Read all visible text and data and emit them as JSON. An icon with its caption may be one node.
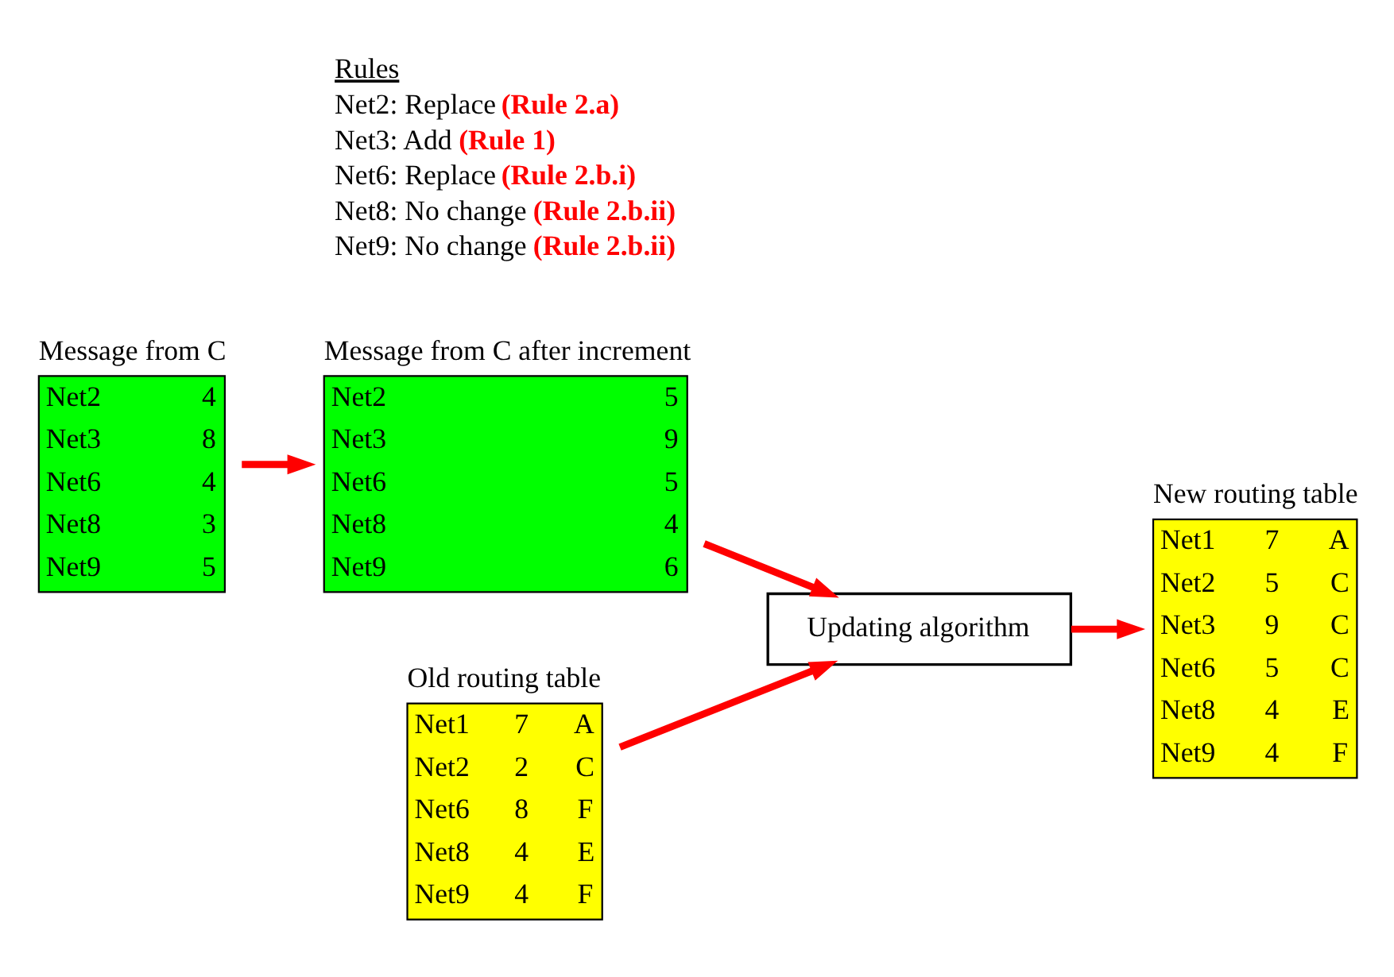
{
  "diagram": {
    "nodes": [
      {
        "text": [
          "Message from C",
          "Net2",
          "4",
          "Net3",
          "8",
          "Net6",
          "4",
          "Net8",
          "3",
          "Net9",
          "5"
        ]
      },
      {
        "text": [
          "Message from C after increment",
          "Net2",
          "5",
          "Net3",
          "9",
          "Net6",
          "5",
          "Net8",
          "4",
          "Net9",
          "6"
        ]
      },
      {
        "text": [
          "Old routing table",
          "Net1",
          "7",
          "A",
          "Net2",
          "2",
          "C",
          "Net6",
          "8",
          "F",
          "Net8",
          "4",
          "E",
          "Net9",
          "4",
          "F"
        ]
      },
      {
        "text": [
          "Updating algorithm"
        ]
      },
      {
        "text": [
          "New routing table",
          "Net1",
          "7",
          "A",
          "Net2",
          "5",
          "C",
          "Net3",
          "9",
          "C",
          "Net6",
          "5",
          "C",
          "Net8",
          "4",
          "E",
          "Net9",
          "4",
          "F"
        ]
      }
    ],
    "edges": [
      {
        "from": 0,
        "to": 1,
        "arrow": "to"
      },
      {
        "from": 1,
        "to": 3,
        "arrow": "to"
      },
      {
        "from": 2,
        "to": 3,
        "arrow": "to"
      },
      {
        "from": 3,
        "to": 4,
        "arrow": "to"
      }
    ],
    "labels": [
      "Rules",
      "Net2: Replace **(Rule 2.a)**",
      "Net3: Add **(Rule 1)**",
      "Net6: Replace **(Rule 2.b.i)**",
      "Net8: No change **(Rule 2.b.ii)**",
      "Net9: No change **(Rule 2.b.ii)**"
    ]
  }
}
